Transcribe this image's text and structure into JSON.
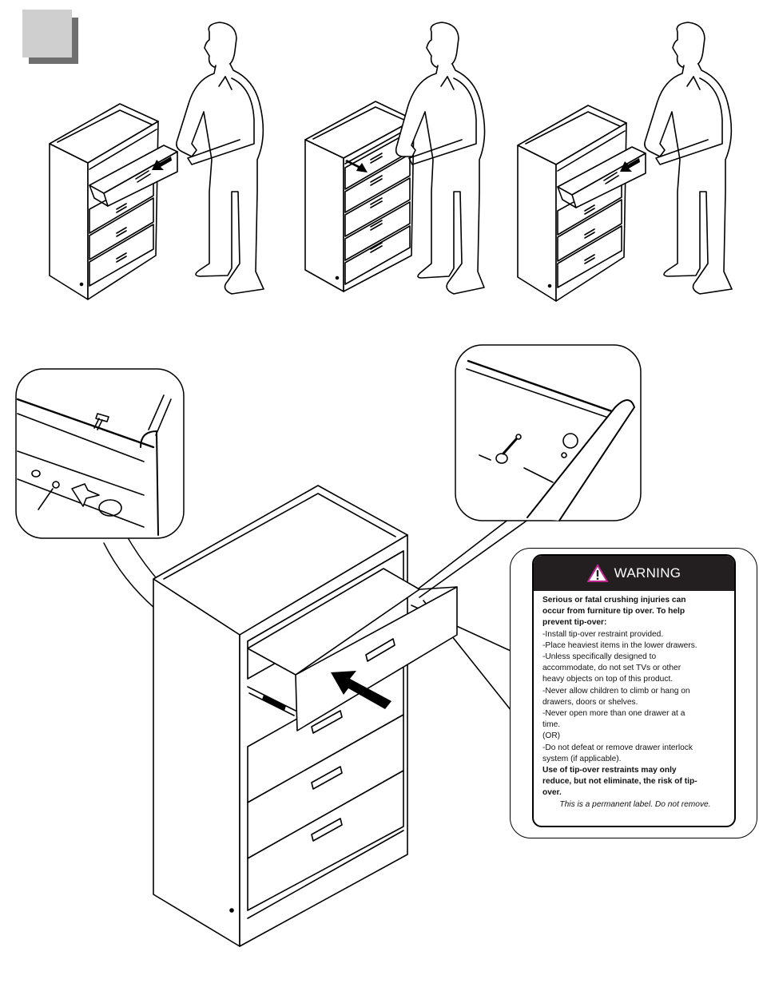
{
  "page": {
    "step_badge": "step-number-square",
    "figures": [
      {
        "name": "person-pulling-top-drawer",
        "action": "open-top-drawer"
      },
      {
        "name": "person-pushing-drawers-closed",
        "action": "close-drawers"
      },
      {
        "name": "person-pulling-top-drawer",
        "action": "open-top-drawer"
      }
    ]
  },
  "warning": {
    "title": "WARNING",
    "icon": "warning-triangle-icon",
    "intro_lines": [
      "Serious or fatal crushing injuries can",
      "occur from furniture tip over. To help",
      "prevent tip-over:"
    ],
    "items": [
      "-Install tip-over restraint provided.",
      "-Place heaviest items in the lower drawers.",
      "-Unless specifically designed to",
      "accommodate, do not set TVs or other",
      "heavy objects on top of this product.",
      "-Never allow children to climb or hang on",
      "drawers, doors or shelves.",
      "-Never open more than one drawer at a",
      "time.",
      "(OR)",
      "-Do not defeat or remove drawer interlock",
      "system (if applicable)."
    ],
    "closing_lines": [
      "Use of tip-over restraints may only",
      "reduce, but not eliminate, the risk of tip-",
      "over."
    ],
    "note": "This is a permanent label. Do not remove."
  }
}
